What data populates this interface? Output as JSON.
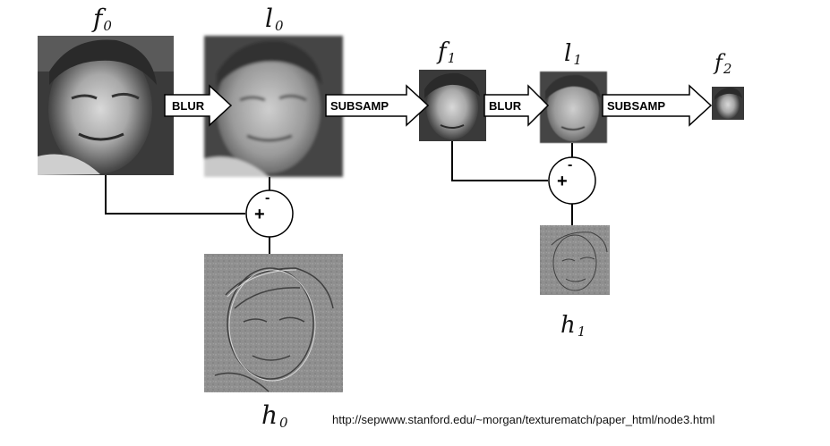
{
  "diagram": {
    "labels": {
      "f0": {
        "base": "f",
        "sub": "0"
      },
      "l0": {
        "base": "l",
        "sub": "0"
      },
      "f1": {
        "base": "f",
        "sub": "1"
      },
      "l1": {
        "base": "l",
        "sub": "1"
      },
      "f2": {
        "base": "f",
        "sub": "2"
      },
      "h0": {
        "base": "h",
        "sub": "0"
      },
      "h1": {
        "base": "h",
        "sub": "1"
      }
    },
    "arrows": {
      "blur_1": "BLUR",
      "subsamp_1": "SUBSAMP",
      "blur_2": "BLUR",
      "subsamp_2": "SUBSAMP"
    },
    "summing_junctions": {
      "sum_0": {
        "plus": "+",
        "minus": "-"
      },
      "sum_1": {
        "plus": "+",
        "minus": "-"
      }
    }
  },
  "source_url": "http://sepwww.stanford.edu/~morgan/texturematch/paper_html/node3.html"
}
